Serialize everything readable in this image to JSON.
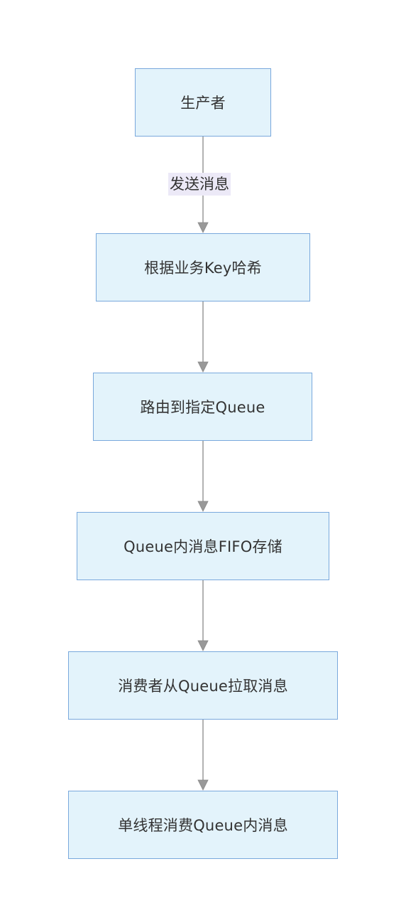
{
  "flowchart": {
    "nodes": [
      {
        "label": "生产者"
      },
      {
        "label": "根据业务Key哈希"
      },
      {
        "label": "路由到指定Queue"
      },
      {
        "label": "Queue内消息FIFO存储"
      },
      {
        "label": "消费者从Queue拉取消息"
      },
      {
        "label": "单线程消费Queue内消息"
      }
    ],
    "edges": [
      {
        "from": 0,
        "to": 1,
        "label": "发送消息"
      },
      {
        "from": 1,
        "to": 2,
        "label": ""
      },
      {
        "from": 2,
        "to": 3,
        "label": ""
      },
      {
        "from": 3,
        "to": 4,
        "label": ""
      },
      {
        "from": 4,
        "to": 5,
        "label": ""
      }
    ],
    "colors": {
      "node_fill": "#e3f3fb",
      "node_border": "#79a8dc",
      "edge": "#999999",
      "arrowhead": "#999999",
      "edge_label_bg": "#ece9f7",
      "text": "#333333"
    }
  }
}
